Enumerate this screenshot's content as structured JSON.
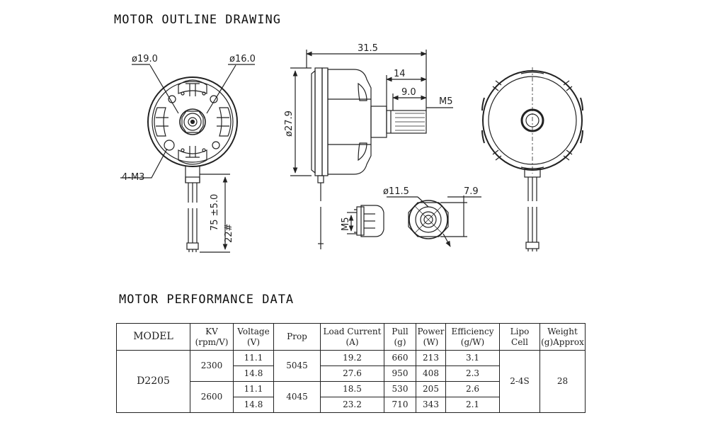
{
  "headings": {
    "outline": "MOTOR OUTLINE DRAWING",
    "performance": "MOTOR PERFORMANCE DATA"
  },
  "drawing": {
    "dia_19": "ø19.0",
    "dia_16": "ø16.0",
    "screws": "4-M3",
    "lead_length": "75 ±5.0",
    "wire_gauge": "22#",
    "length_total": "31.5",
    "shaft_14": "14",
    "shaft_9": "9.0",
    "thread_m5": "M5",
    "dia_27": "ø27.9",
    "nut_dia": "ø11.5",
    "nut_depth": "7.9",
    "nut_thread": "M5"
  },
  "table": {
    "headers": {
      "model": "MODEL",
      "kv": "KV",
      "kv_unit": "(rpm/V)",
      "voltage": "Voltage",
      "voltage_unit": "(V)",
      "prop": "Prop",
      "current": "Load Current",
      "current_unit": "(A)",
      "pull": "Pull",
      "pull_unit": "(g)",
      "power": "Power",
      "power_unit": "(W)",
      "efficiency": "Efficiency",
      "efficiency_unit": "(g/W)",
      "lipo": "Lipo",
      "lipo_unit": "Cell",
      "weight": "Weight",
      "weight_unit": "(g)Approx"
    },
    "model": "D2205",
    "lipo": "2-4S",
    "weight": "28",
    "groups": [
      {
        "kv": "2300",
        "prop": "5045",
        "rows": [
          {
            "voltage": "11.1",
            "current": "19.2",
            "pull": "660",
            "power": "213",
            "efficiency": "3.1"
          },
          {
            "voltage": "14.8",
            "current": "27.6",
            "pull": "950",
            "power": "408",
            "efficiency": "2.3"
          }
        ]
      },
      {
        "kv": "2600",
        "prop": "4045",
        "rows": [
          {
            "voltage": "11.1",
            "current": "18.5",
            "pull": "530",
            "power": "205",
            "efficiency": "2.6"
          },
          {
            "voltage": "14.8",
            "current": "23.2",
            "pull": "710",
            "power": "343",
            "efficiency": "2.1"
          }
        ]
      }
    ]
  }
}
